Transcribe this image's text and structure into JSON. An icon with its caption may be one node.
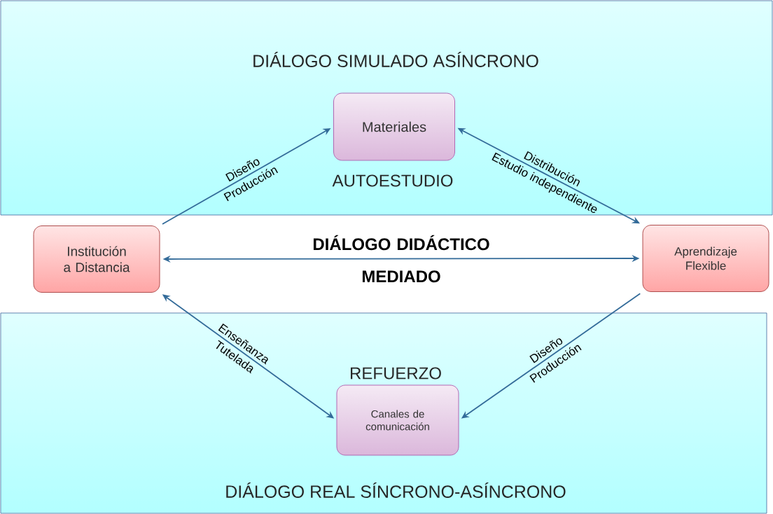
{
  "diagram": {
    "nodes": [
      {
        "text": [
          "DIÁLOGO SIMULADO ASÍNCRONO"
        ]
      },
      {
        "text": [
          "Materiales"
        ],
        "in": 0,
        "beside": [
          "AUTOESTUDIO"
        ]
      },
      {
        "text": [
          "DIÁLOGO REAL SÍNCRONO-ASÍNCRONO"
        ]
      },
      {
        "text": [
          "Canales de comunicación"
        ],
        "in": 2,
        "beside": [
          "REFUERZO"
        ]
      },
      {
        "text": [
          "Institución a Distancia"
        ]
      },
      {
        "text": [
          "Aprendizaje Flexible"
        ]
      }
    ],
    "edges": [
      {
        "from": 4,
        "to": 1,
        "arrow": "to",
        "label": "Diseño"
      },
      {
        "from": 1,
        "to": 5,
        "arrow": "both",
        "label": "Distribución"
      },
      {
        "from": 4,
        "to": 5,
        "arrow": "both",
        "label": "DIÁLOGO DIDÁCTICO MEDIADO"
      },
      {
        "from": 3,
        "to": 4,
        "arrow": "both",
        "label": "Enseñanza"
      },
      {
        "from": 5,
        "to": 3,
        "arrow": "to",
        "label": "Diseño"
      }
    ],
    "labels": [
      "Producción",
      "Estudio independiente",
      "Tutelada",
      "Producción"
    ]
  }
}
